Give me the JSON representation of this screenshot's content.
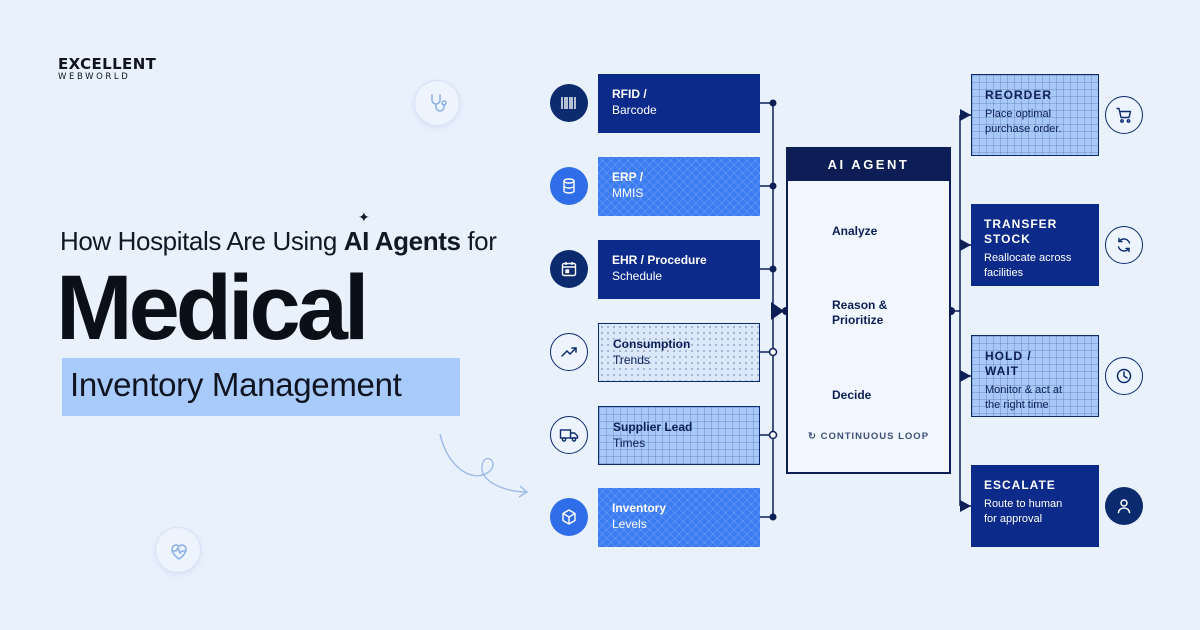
{
  "brand": {
    "line1": "EXCELLENT",
    "line2": "WEBWORLD"
  },
  "heading": {
    "subtitle_pre": "How Hospitals Are Using ",
    "subtitle_bold": "AI Agents",
    "subtitle_post": " for",
    "title": "Medical",
    "highlight": "Inventory Management"
  },
  "colors": {
    "navy": "#0c2a8a",
    "blue": "#3b7cf2",
    "light_blue": "#a8c8f8",
    "background": "#e9f1fd",
    "agent_header": "#0c1e55"
  },
  "sources": [
    {
      "line1": "RFID /",
      "line2": "Barcode",
      "icon": "barcode-icon"
    },
    {
      "line1": "ERP /",
      "line2": "MMIS",
      "icon": "database-icon"
    },
    {
      "line1": "EHR / Procedure",
      "line2": "Schedule",
      "icon": "calendar-icon"
    },
    {
      "line1": "Consumption",
      "line2": "Trends",
      "icon": "trend-up-icon"
    },
    {
      "line1": "Supplier Lead",
      "line2": "Times",
      "icon": "truck-icon"
    },
    {
      "line1": "Inventory",
      "line2": "Levels",
      "icon": "box-icon"
    }
  ],
  "agent": {
    "title": "AI AGENT",
    "steps": [
      "Analyze",
      "Reason &",
      "Prioritize",
      "Decide"
    ],
    "loop": "CONTINUOUS LOOP"
  },
  "actions": [
    {
      "title": "REORDER",
      "title2": "",
      "line1": "Place optimal",
      "line2": "purchase order.",
      "icon": "cart-icon"
    },
    {
      "title": "TRANSFER",
      "title2": "STOCK",
      "line1": "Reallocate across",
      "line2": "facilities",
      "icon": "refresh-icon"
    },
    {
      "title": "HOLD /",
      "title2": "WAIT",
      "line1": "Monitor & act at",
      "line2": "the right time",
      "icon": "clock-icon"
    },
    {
      "title": "ESCALATE",
      "title2": "",
      "line1": "Route to human",
      "line2": "for approval",
      "icon": "person-icon"
    }
  ]
}
